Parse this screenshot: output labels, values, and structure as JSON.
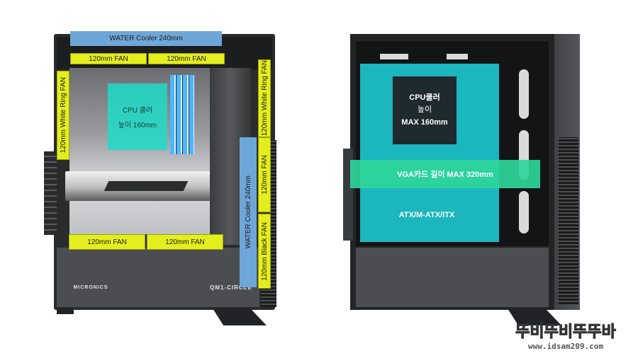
{
  "left_case": {
    "labels": {
      "water_top": "WATER Cooler  240mm",
      "fan_top_1": "120mm FAN",
      "fan_top_2": "120mm FAN",
      "white_ring_left": "120mm White Ring FAN",
      "white_ring_right": "120mm White Ring FAN",
      "cpu_cooler_l1": "CPU 쿨러",
      "cpu_cooler_l2": "높이 160mm",
      "fan_right_mid": "120mm FAN",
      "water_side": "WATER Cooler  240mm",
      "fan_bottom_1": "120mm FAN",
      "fan_bottom_2": "120mm FAN",
      "black_ring": "120mm Black FAN"
    },
    "brand": "MICRONICS",
    "model": "QM1-CIRCLE"
  },
  "right_case": {
    "labels": {
      "cpu_l1": "CPU쿨러",
      "cpu_l2": "높이",
      "cpu_l3": "MAX 160mm",
      "vga": "VGA카드 길이 MAX 320mm",
      "board": "ATX/M-ATX/ITX"
    }
  },
  "watermark": {
    "title": "뚜비뚜비뚜뚜바",
    "url": "www.idsam209.com"
  },
  "colors": {
    "water_blue": "#6fa6d8",
    "fan_yellow": "#e4ee1e",
    "teal": "#1edcc8",
    "vga_green": "#2ed69a"
  }
}
